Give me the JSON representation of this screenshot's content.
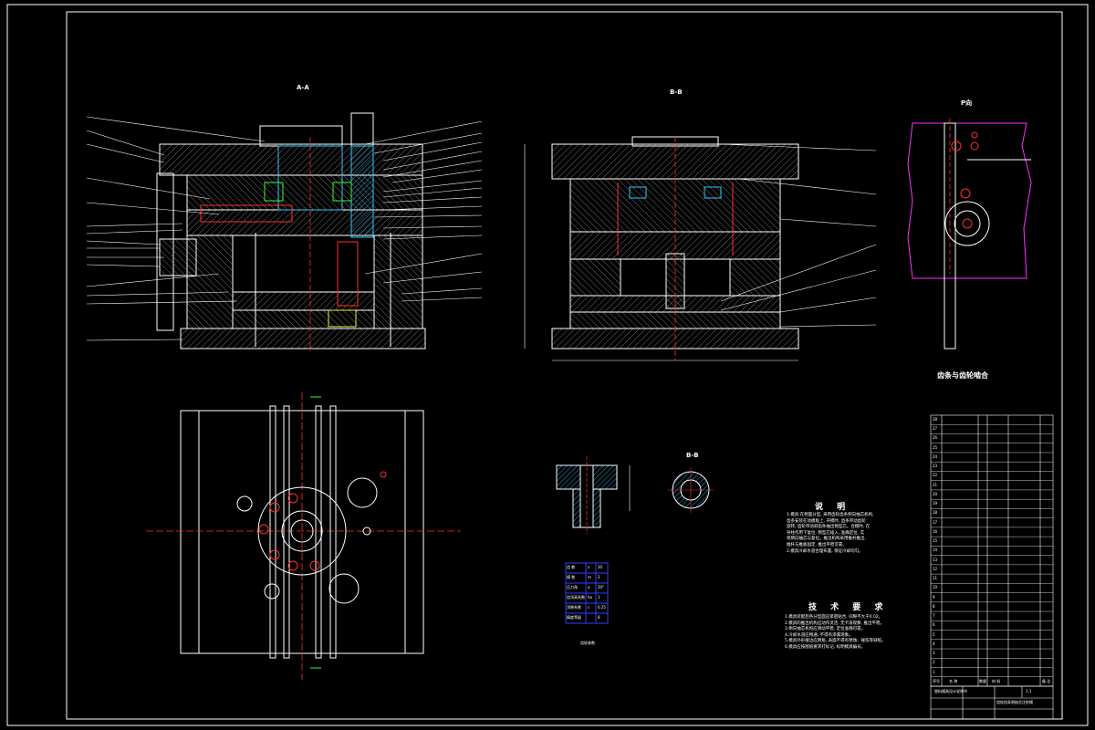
{
  "views": {
    "section_a_title": "A-A",
    "section_b_title": "B-B",
    "detail_title": "P向",
    "detail_caption": "齿条与齿轮啮合",
    "part_section_title": "B-B"
  },
  "notes": {
    "description_title": "说 明",
    "description_lines": [
      "1.模具:在侧面分型, 采用齿轮齿条侧向抽芯机构,",
      "  齿条安装在动模板上, 开模时, 齿条带动齿轮",
      "  旋转, 齿轮带动斜齿条抽出侧型芯。合模时, 在",
      "  导柱作用下复位, 侧型芯插入, 准确定位, 实",
      "  现侧向抽芯与复位。推出机构采用推杆推出,",
      "  推杆与推板固定, 推出平稳可靠。",
      "2.模具冷却水道合理布置, 保证冷却均匀。"
    ],
    "tech_title": "技 术 要 求",
    "tech_lines": [
      "1.模具装配后各分型面应紧密贴合, 间隙不大于0.02。",
      "2.模具的推出机构应动作灵活, 无卡滞现象, 推出平稳。",
      "3.侧向抽芯机构应滑动平稳, 定位准确可靠。",
      "4.冷却水道应畅通, 不得有渗漏现象。",
      "5.模具外形棱边应倒角, 表面不得有锈蚀、碰伤等缺陷。",
      "6.模具应按图纸要求打标记, 标明模具编号。"
    ]
  },
  "small_table": {
    "rows": [
      [
        "齿 数",
        "z",
        "20"
      ],
      [
        "模 数",
        "m",
        "2"
      ],
      [
        "压力角",
        "α",
        "20°"
      ],
      [
        "齿顶高系数",
        "ha",
        "1"
      ],
      [
        "顶隙系数",
        "c",
        "0.25"
      ],
      [
        "精度等级",
        "",
        "8"
      ]
    ],
    "note": "齿轮参数"
  },
  "bom": {
    "rows": 28,
    "header": [
      "序号",
      "名 称",
      "数量",
      "材 料",
      "备 注"
    ]
  },
  "title_block": {
    "school": "塑料模具设计说明书",
    "drawing": "齿轮齿条侧抽芯注射模",
    "scale": "1:1"
  },
  "colors": {
    "line": "#ffffff",
    "red": "#ff3030",
    "cyan": "#30c8ff",
    "yellow": "#f0f040",
    "green": "#30ff30",
    "magenta": "#ff30ff",
    "blue": "#3040ff",
    "hatch": "#9a9a9a"
  }
}
